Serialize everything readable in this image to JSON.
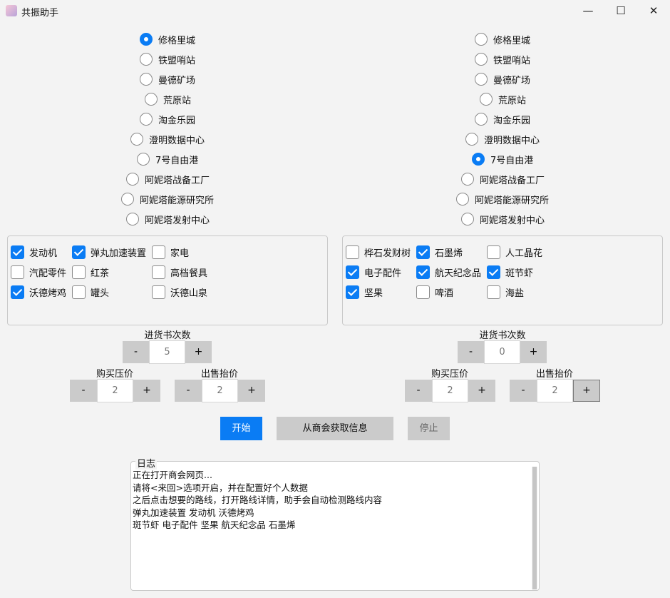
{
  "window": {
    "title": "共振助手"
  },
  "left": {
    "stations": [
      {
        "name": "修格里城",
        "selected": true
      },
      {
        "name": "铁盟哨站",
        "selected": false
      },
      {
        "name": "曼德矿场",
        "selected": false
      },
      {
        "name": "荒原站",
        "selected": false
      },
      {
        "name": "淘金乐园",
        "selected": false
      },
      {
        "name": "澄明数据中心",
        "selected": false
      },
      {
        "name": "7号自由港",
        "selected": false
      },
      {
        "name": "阿妮塔战备工厂",
        "selected": false
      },
      {
        "name": "阿妮塔能源研究所",
        "selected": false
      },
      {
        "name": "阿妮塔发射中心",
        "selected": false
      }
    ],
    "goods": [
      {
        "name": "发动机",
        "checked": true
      },
      {
        "name": "弹丸加速装置",
        "checked": true
      },
      {
        "name": "家电",
        "checked": false
      },
      {
        "name": "汽配零件",
        "checked": false
      },
      {
        "name": "红茶",
        "checked": false
      },
      {
        "name": "高档餐具",
        "checked": false
      },
      {
        "name": "沃德烤鸡",
        "checked": true
      },
      {
        "name": "罐头",
        "checked": false
      },
      {
        "name": "沃德山泉",
        "checked": false
      }
    ],
    "restock": {
      "label": "进货书次数",
      "value": "5"
    },
    "buy": {
      "label": "购买压价",
      "value": "2"
    },
    "sell": {
      "label": "出售抬价",
      "value": "2"
    }
  },
  "right": {
    "stations": [
      {
        "name": "修格里城",
        "selected": false
      },
      {
        "name": "铁盟哨站",
        "selected": false
      },
      {
        "name": "曼德矿场",
        "selected": false
      },
      {
        "name": "荒原站",
        "selected": false
      },
      {
        "name": "淘金乐园",
        "selected": false
      },
      {
        "name": "澄明数据中心",
        "selected": false
      },
      {
        "name": "7号自由港",
        "selected": true
      },
      {
        "name": "阿妮塔战备工厂",
        "selected": false
      },
      {
        "name": "阿妮塔能源研究所",
        "selected": false
      },
      {
        "name": "阿妮塔发射中心",
        "selected": false
      }
    ],
    "goods": [
      {
        "name": "桦石发财树",
        "checked": false
      },
      {
        "name": "石墨烯",
        "checked": true
      },
      {
        "name": "人工晶花",
        "checked": false
      },
      {
        "name": "电子配件",
        "checked": true
      },
      {
        "name": "航天纪念品",
        "checked": true
      },
      {
        "name": "斑节虾",
        "checked": true
      },
      {
        "name": "坚果",
        "checked": true
      },
      {
        "name": "啤酒",
        "checked": false
      },
      {
        "name": "海盐",
        "checked": false
      }
    ],
    "restock": {
      "label": "进货书次数",
      "value": "0"
    },
    "buy": {
      "label": "购买压价",
      "value": "2"
    },
    "sell": {
      "label": "出售抬价",
      "value": "2"
    }
  },
  "stepper": {
    "minus": "-",
    "plus": "+"
  },
  "actions": {
    "start": "开始",
    "fetch": "从商会获取信息",
    "stop": "停止"
  },
  "log": {
    "title": "日志",
    "lines": [
      "正在打开商会网页...",
      "请将<来回>选项开启，并在配置好个人数据",
      "之后点击想要的路线，打开路线详情，助手会自动检测路线内容",
      "弹丸加速装置 发动机 沃德烤鸡",
      "斑节虾 电子配件 坚果 航天纪念品 石墨烯"
    ]
  },
  "colors": {
    "accent": "#0a7cf4",
    "disabled": "#cbcbcb",
    "window_bg": "#f3f3f3"
  }
}
